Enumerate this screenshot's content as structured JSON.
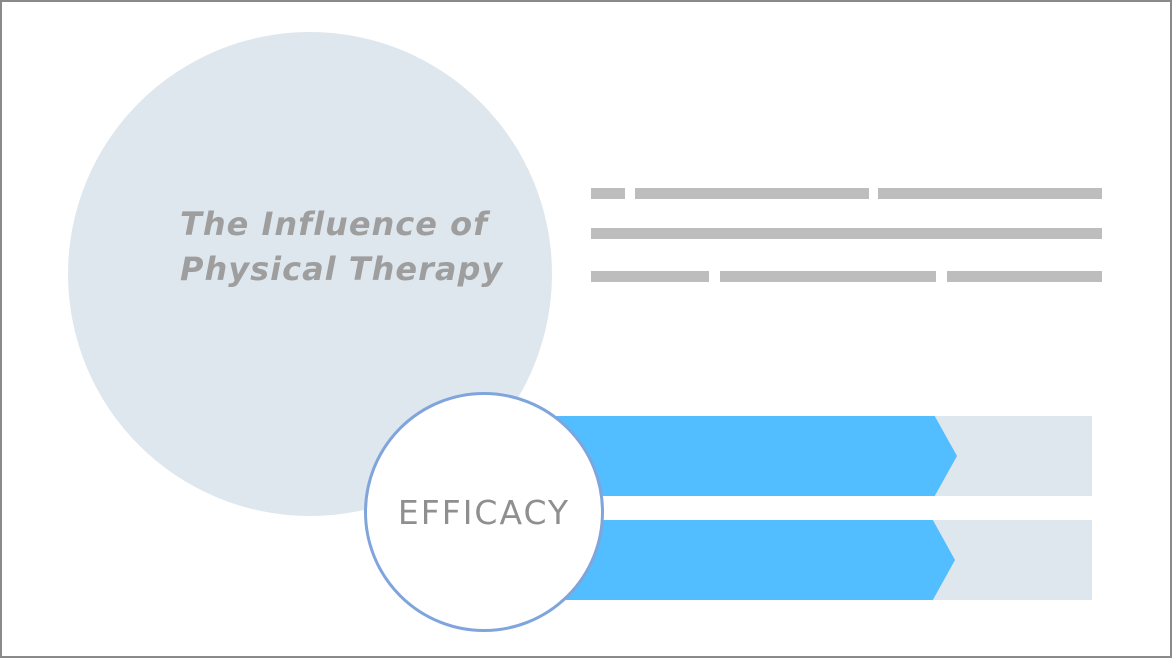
{
  "slide": {
    "title_line_1": "The Influence of",
    "title_line_2": "Physical Therapy",
    "badge_label": "EFFICACY"
  },
  "colors": {
    "circle_fill": "#dfe7ee",
    "title_text": "#9e9e9e",
    "placeholder_lines": "#bdbdbd",
    "arrow_fill": "#52bdff",
    "badge_border": "#7fa5dc"
  },
  "progress": [
    {
      "fraction": 0.75
    },
    {
      "fraction": 0.75
    }
  ]
}
